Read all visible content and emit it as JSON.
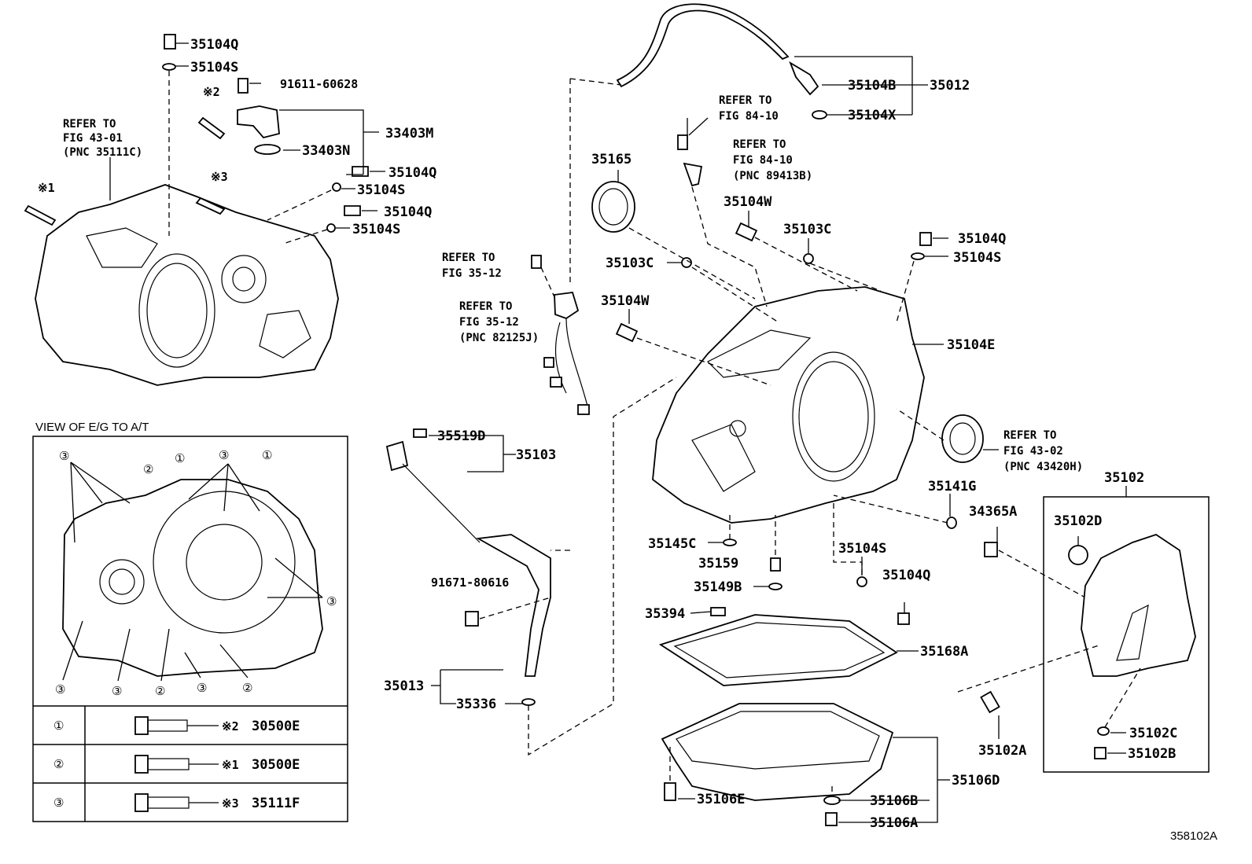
{
  "part_labels": {
    "p35104Q_a": "35104Q",
    "p35104S_a": "35104S",
    "p91611": "91611-60628",
    "p33403M": "33403M",
    "p33403N": "33403N",
    "p35104Q_b": "35104Q",
    "p35104S_b": "35104S",
    "p35104Q_c": "35104Q",
    "p35104S_c": "35104S",
    "p35104B": "35104B",
    "p35012": "35012",
    "p35104X": "35104X",
    "p35165": "35165",
    "p35104W_a": "35104W",
    "p35103C_a": "35103C",
    "p35104Q_d": "35104Q",
    "p35104S_d": "35104S",
    "p35103C_b": "35103C",
    "p35104W_b": "35104W",
    "p35104E": "35104E",
    "p35519D": "35519D",
    "p35103": "35103",
    "p35141G": "35141G",
    "p35102": "35102",
    "p34365A": "34365A",
    "p35102D": "35102D",
    "p35145C": "35145C",
    "p35104S_e": "35104S",
    "p35159": "35159",
    "p35104Q_e": "35104Q",
    "p35149B": "35149B",
    "p91671": "91671-80616",
    "p35394": "35394",
    "p35168A": "35168A",
    "p35013": "35013",
    "p35336": "35336",
    "p35102A": "35102A",
    "p35102C": "35102C",
    "p35102B": "35102B",
    "p35106D": "35106D",
    "p35106E": "35106E",
    "p35106B": "35106B",
    "p35106A": "35106A"
  },
  "refer_notes": {
    "refer_43_01": [
      "REFER TO",
      "FIG 43-01",
      "(PNC 35111C)"
    ],
    "refer_84_10_a": [
      "REFER TO",
      "FIG 84-10"
    ],
    "refer_84_10_b": [
      "REFER TO",
      "FIG 84-10",
      "(PNC 89413B)"
    ],
    "refer_35_12_a": [
      "REFER TO",
      "FIG 35-12"
    ],
    "refer_35_12_b": [
      "REFER TO",
      "FIG 35-12",
      "(PNC 82125J)"
    ],
    "refer_43_02": [
      "REFER TO",
      "FIG 43-02",
      "(PNC 43420H)"
    ]
  },
  "note_marks": {
    "m1": "※1",
    "m2": "※2",
    "m3": "※3"
  },
  "view": {
    "title": "VIEW OF E/G TO A/T",
    "callouts": [
      "①",
      "②",
      "③"
    ]
  },
  "bolt_table": {
    "rows": [
      {
        "key": "①",
        "mark": "※2",
        "part": "30500E"
      },
      {
        "key": "②",
        "mark": "※1",
        "part": "30500E"
      },
      {
        "key": "③",
        "mark": "※3",
        "part": "35111F"
      }
    ]
  },
  "figure_id": "358102A"
}
